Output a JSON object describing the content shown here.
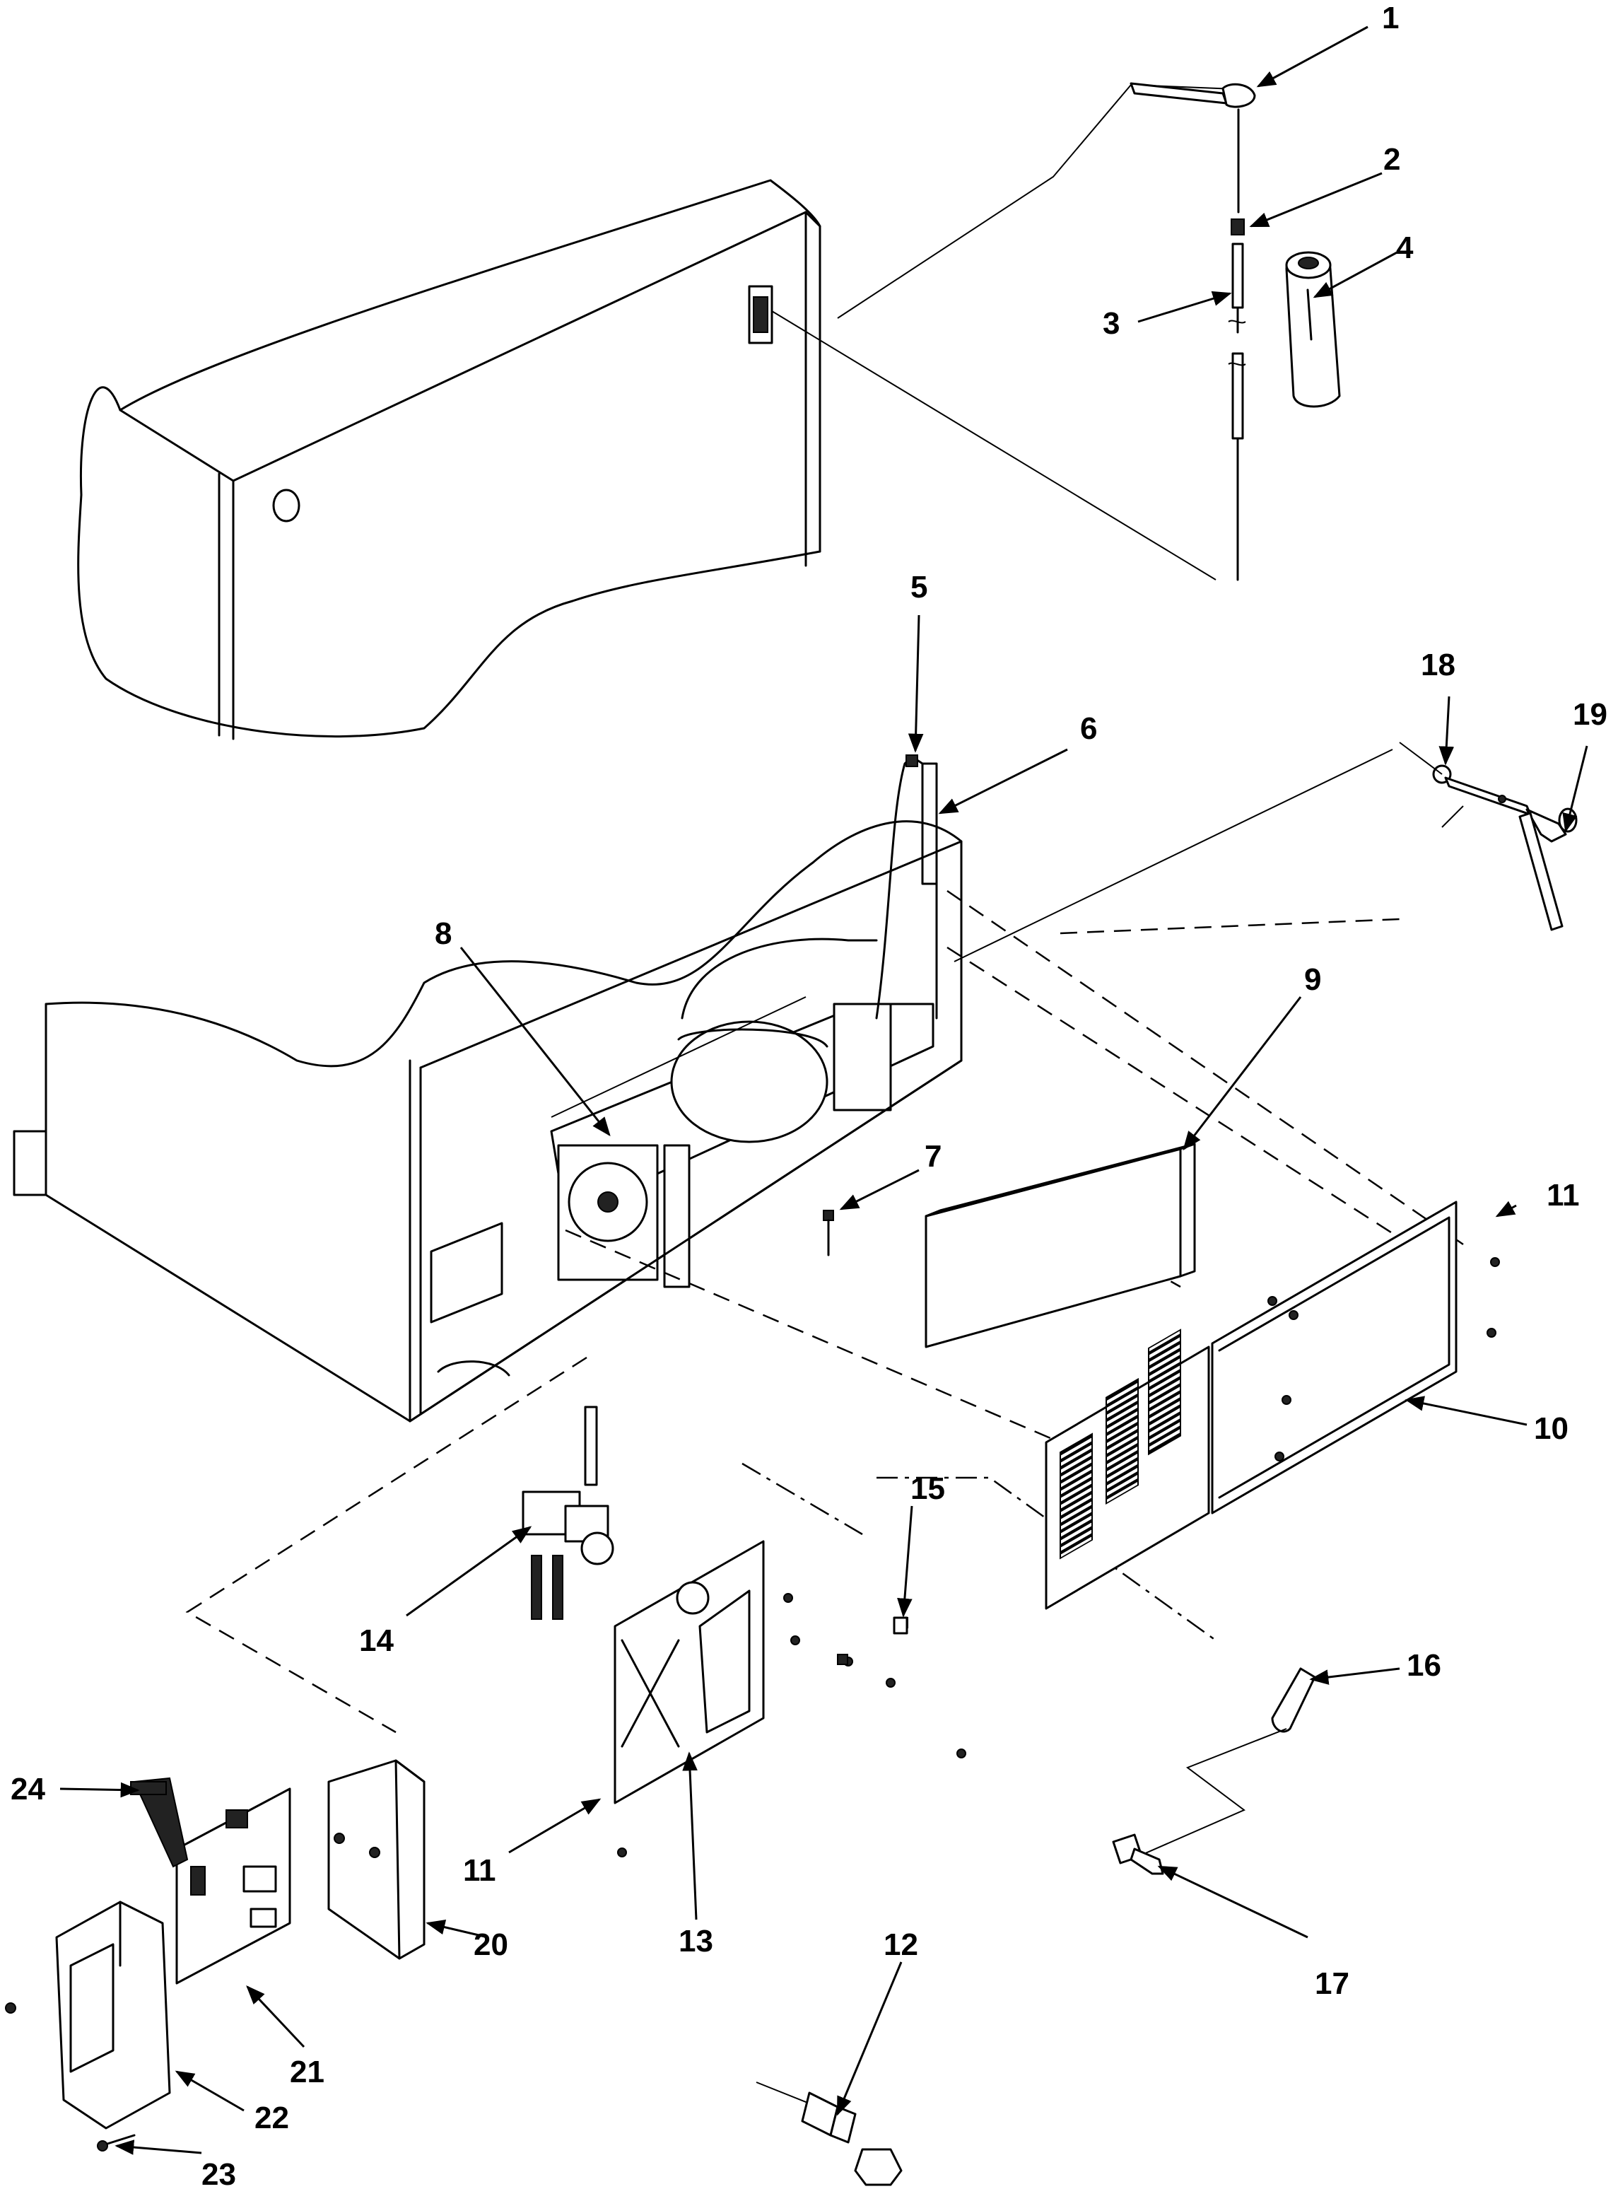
{
  "diagram": {
    "callouts": [
      {
        "id": "1",
        "label": "1"
      },
      {
        "id": "2",
        "label": "2"
      },
      {
        "id": "3",
        "label": "3"
      },
      {
        "id": "4",
        "label": "4"
      },
      {
        "id": "5",
        "label": "5"
      },
      {
        "id": "6",
        "label": "6"
      },
      {
        "id": "7",
        "label": "7"
      },
      {
        "id": "8",
        "label": "8"
      },
      {
        "id": "9",
        "label": "9"
      },
      {
        "id": "10",
        "label": "10"
      },
      {
        "id": "11a",
        "label": "11"
      },
      {
        "id": "11b",
        "label": "11"
      },
      {
        "id": "12",
        "label": "12"
      },
      {
        "id": "13",
        "label": "13"
      },
      {
        "id": "14",
        "label": "14"
      },
      {
        "id": "15",
        "label": "15"
      },
      {
        "id": "16",
        "label": "16"
      },
      {
        "id": "17",
        "label": "17"
      },
      {
        "id": "18",
        "label": "18"
      },
      {
        "id": "19",
        "label": "19"
      },
      {
        "id": "20",
        "label": "20"
      },
      {
        "id": "21",
        "label": "21"
      },
      {
        "id": "22",
        "label": "22"
      },
      {
        "id": "23",
        "label": "23"
      },
      {
        "id": "24",
        "label": "24"
      }
    ]
  }
}
